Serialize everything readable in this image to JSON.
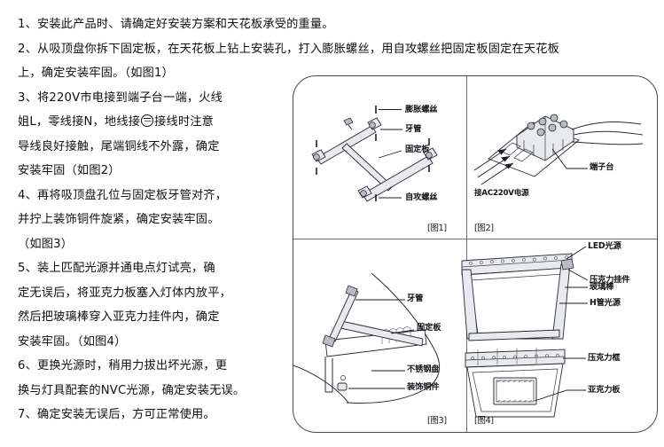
{
  "document": {
    "language": "zh-CN",
    "type": "installation-instructions",
    "background_color": "#ffffff",
    "text_color": "#101010"
  },
  "instructions": {
    "lines": [
      "1、安装此产品时、请确定好安装方案和天花板承受的重量。",
      "2、从吸顶盘你拆下固定板，在天花板上钻上安装孔，打入膨胀螺丝，用自攻螺丝把固定板固定在天花板",
      "上，确定安装牢固。（如图1）",
      "3、将220V市电接到端子台一端，火线",
      "姐L，零线接N，地线接",
      "导线良好接触，尾端铜线不外露，确定",
      "安装牢固（如图2）",
      "4、再将吸顶盘孔位与固定板牙管对齐，",
      "并拧上装饰铜件旋紧，确定安装牢固。",
      "（如图3）",
      "5、装上匹配光源并通电点灯试亮，确",
      "定无误后，将亚克力板塞入灯体内放平，",
      "然后把玻璃棒穿入亚克力挂件内，确定",
      "安装牢固。（如图4）",
      "6、更换光源时，稍用力拔出坏光源，更",
      "换与灯具配套的NVC光源，确定安装无误。",
      "7、确定安装无误后，方可正常使用。"
    ],
    "line3_after_ground_symbol": "接线时注意",
    "ground_symbol_name": "earth-ground-symbol"
  },
  "diagram": {
    "frame_border_color": "#4a4a52",
    "panels": [
      {
        "id": "panel-1",
        "caption": "[图1]",
        "labels": [
          "膨胀螺丝",
          "牙管",
          "固定板",
          "自攻螺丝"
        ]
      },
      {
        "id": "panel-2",
        "caption": "[图2]",
        "labels": [
          "端子台",
          "接AC220V电源"
        ]
      },
      {
        "id": "panel-3",
        "caption": "[图3]",
        "labels": [
          "牙管",
          "固定板",
          "不锈钢盘",
          "装饰铜件"
        ]
      },
      {
        "id": "panel-4",
        "caption": "[图4]",
        "labels": [
          "LED光源",
          "压克力挂件",
          "玻璃棒",
          "H管光源",
          "压克力框",
          "亚克力板"
        ]
      }
    ]
  }
}
